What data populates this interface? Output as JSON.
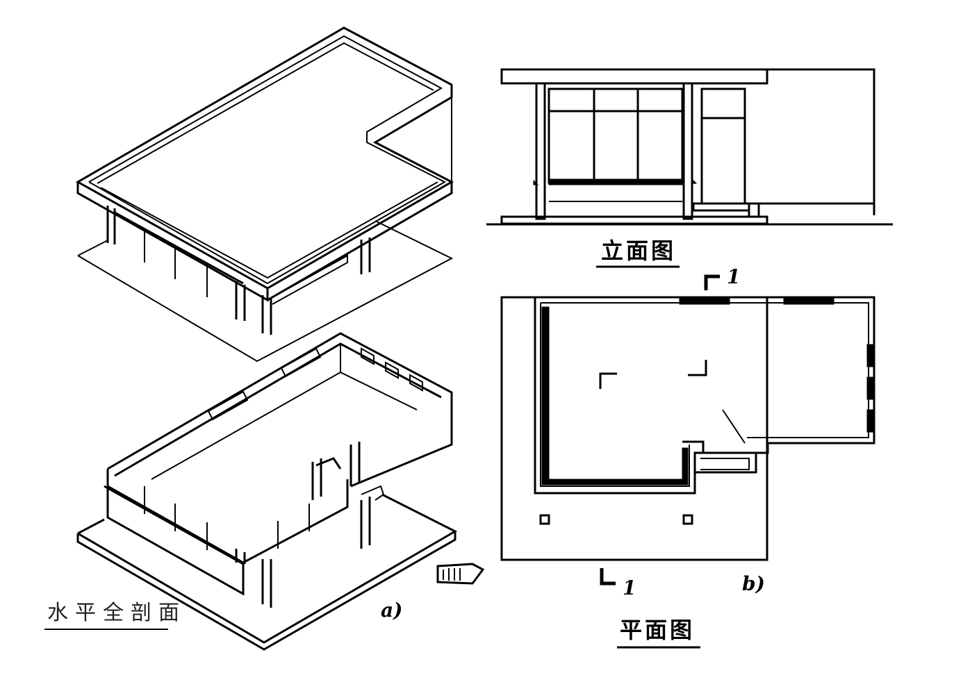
{
  "captions": {
    "elevation": "立面图",
    "plan": "平面图",
    "horizontal_section": "水平全剖面"
  },
  "labels": {
    "fig_a": "a)",
    "fig_b": "b)",
    "section_top": "1",
    "section_bottom": "1"
  }
}
